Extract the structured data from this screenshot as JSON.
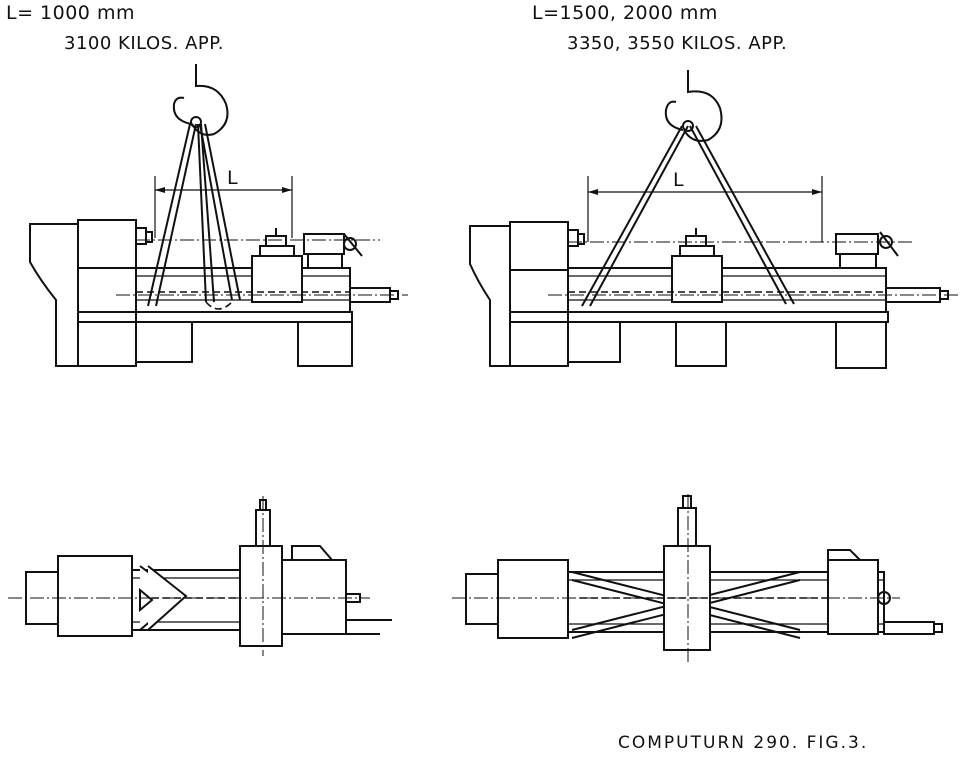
{
  "left_spec": {
    "length": "L= 1000 mm",
    "weight": "3100 KILOS. APP."
  },
  "right_spec": {
    "length": "L=1500, 2000 mm",
    "weight": "3350, 3550 KILOS. APP."
  },
  "dimension_label": "L",
  "caption": "COMPUTURN 290. FIG.3."
}
